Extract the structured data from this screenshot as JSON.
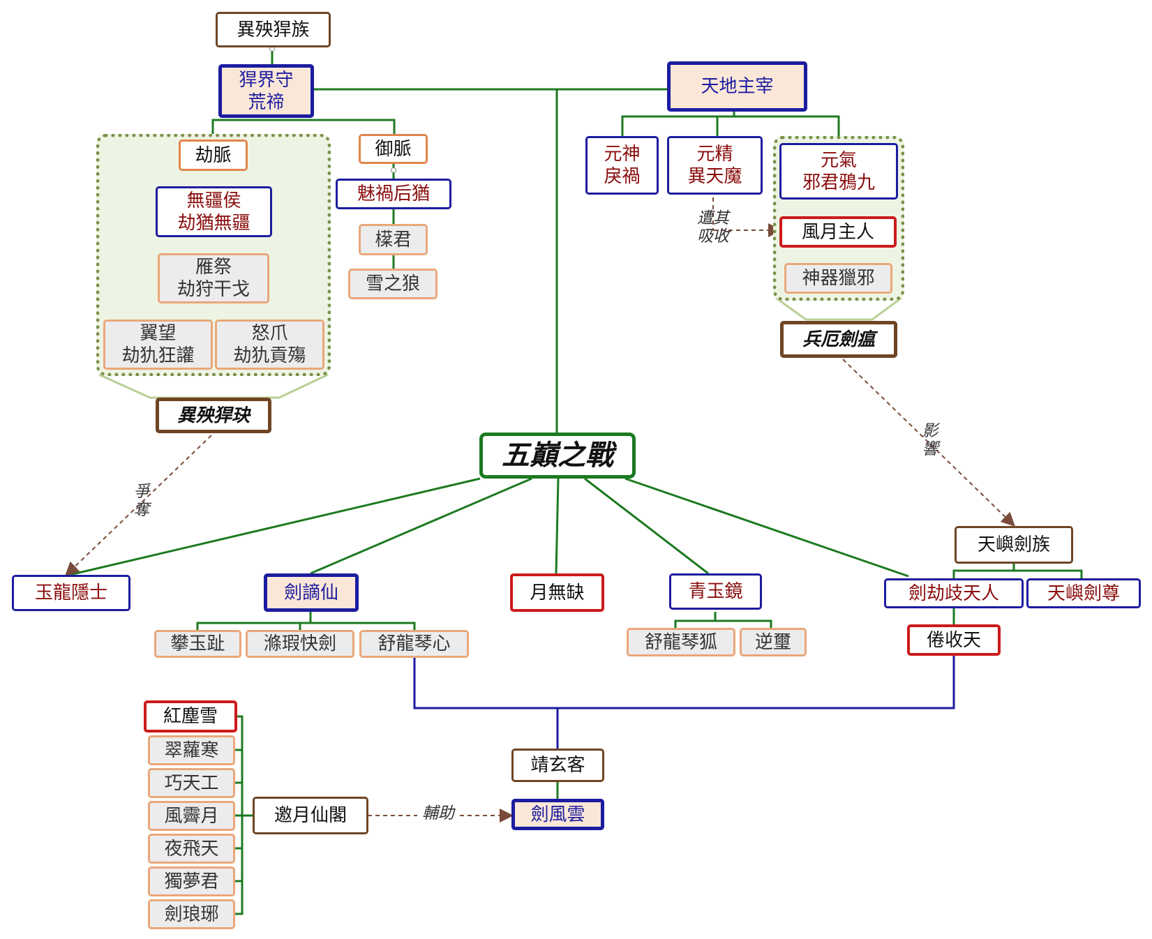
{
  "diagram": {
    "root": "五巔之戰",
    "nodes": {
      "yiyang_clan": "異殃猂族",
      "hanjie": [
        "猂界守",
        "荒禘"
      ],
      "jiemai": "劫脈",
      "yumai": "御脈",
      "wujiang": [
        "無疆侯",
        "劫猶無疆"
      ],
      "yanji": [
        "雁祭",
        "劫狩干戈"
      ],
      "yiwang": [
        "翼望",
        "劫犰狂讙"
      ],
      "nuzhua": [
        "怒爪",
        "劫犰貢殤"
      ],
      "yiyang_jue": "異殃猂玦",
      "meihuo": "魅禍后猶",
      "jijun": "㯣君",
      "xuelang": "雪之狼",
      "tiandi": "天地主宰",
      "yuanshen": [
        "元神",
        "戾禍"
      ],
      "yuanjing": [
        "元精",
        "異天魔"
      ],
      "yuanqi": [
        "元氣",
        "邪君鴉九"
      ],
      "fengyue": "風月主人",
      "shenqi": "神器獵邪",
      "binge": "兵厄劍瘟",
      "tianyu_clan": "天嶼劍族",
      "jianjie": "劍劫歧天人",
      "tianyu_zun": "天嶼劍尊",
      "jieshou": "倦收天",
      "yulong": "玉龍隱士",
      "jianzhe": "劍謫仙",
      "yuewu": "月無缺",
      "qingyu": "青玉鏡",
      "panyu": "攀玉趾",
      "dixia": "滌瑕快劍",
      "shulong_qin": "舒龍琴心",
      "shulong_hu": "舒龍琴狐",
      "nixi": "逆璽",
      "jingxuan": "靖玄客",
      "jianfeng": "劍風雲",
      "yaoyue": "邀月仙閣",
      "members": [
        "紅塵雪",
        "翠蘿寒",
        "巧天工",
        "風霽月",
        "夜飛天",
        "獨夢君",
        "劍琅琊"
      ]
    },
    "edge_labels": {
      "zaoqi": [
        "遭其",
        "吸收"
      ],
      "yingxiang": [
        "影",
        "響"
      ],
      "zhengduo": [
        "爭",
        "奪"
      ],
      "fuzhu": "輔助"
    },
    "colors": {
      "tree_line": "#1c7a20",
      "link_line": "#1c1ca0",
      "dashed": "#7a4a3a",
      "group_border": "#799048",
      "group_fill": "#eef4e3"
    }
  }
}
